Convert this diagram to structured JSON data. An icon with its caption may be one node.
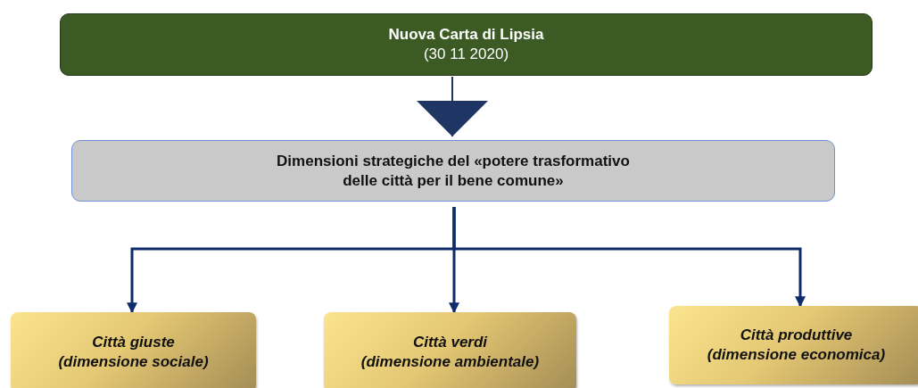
{
  "diagram": {
    "nodes": [
      {
        "text": [
          "Nuova Carta di Lipsia",
          "(30 11 2020)"
        ]
      },
      {
        "text": [
          "Dimensioni strategiche del «potere trasformativo delle città per il bene comune»"
        ]
      },
      {
        "text": [
          "Città giuste",
          "(dimensione sociale)"
        ]
      },
      {
        "text": [
          "Città verdi",
          "(dimensione ambientale)"
        ]
      },
      {
        "text": [
          "Città produttive",
          "(dimensione economica)"
        ]
      }
    ],
    "edges": [
      {
        "from": 0,
        "to": 1,
        "arrow": "to"
      },
      {
        "from": 1,
        "to": 2,
        "arrow": "to"
      },
      {
        "from": 1,
        "to": 3,
        "arrow": "to"
      },
      {
        "from": 1,
        "to": 4,
        "arrow": "to"
      }
    ]
  }
}
